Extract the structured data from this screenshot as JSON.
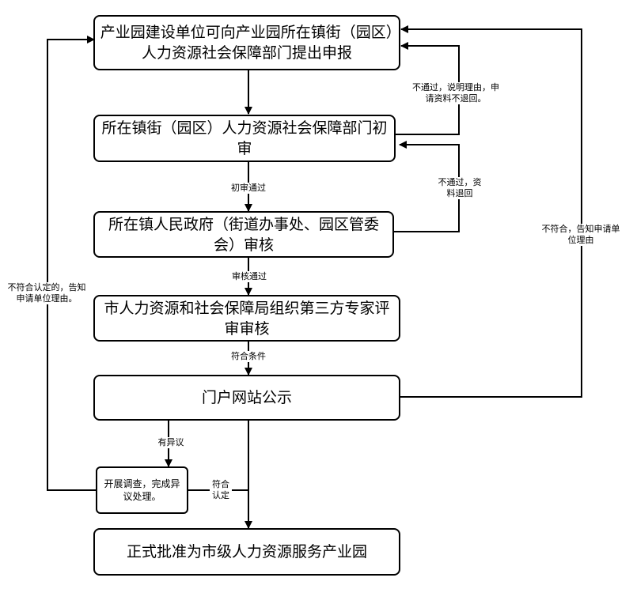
{
  "nodes": {
    "apply": "产业园建设单位可向产业园所在镇街（园区）人力资源社会保障部门提出申报",
    "first_review": "所在镇街（园区）人力资源社会保障部门初审",
    "gov_review": "所在镇人民政府（街道办事处、园区管委会）审核",
    "expert_review": "市人力资源和社会保障局组织第三方专家评审审核",
    "publicity": "门户网站公示",
    "investigate": "开展调查，完成异议处理。",
    "approve": "正式批准为市级人力资源服务产业园"
  },
  "labels": {
    "reject_first": "不通过，说明理由，申请资料不退回。",
    "reject_gov": "不通过，资料退回",
    "pass_first": "初审通过",
    "pass_gov": "审核通过",
    "meets": "符合条件",
    "objection": "有异议",
    "confirmed": "符合认定",
    "not_meet_publicity": "不符合，告知申请单位理由",
    "not_meet_confirm": "不符合认定的，告知申请单位理由。"
  },
  "colors": {
    "line": "#000000",
    "box_border": "#000000",
    "background": "#ffffff"
  }
}
